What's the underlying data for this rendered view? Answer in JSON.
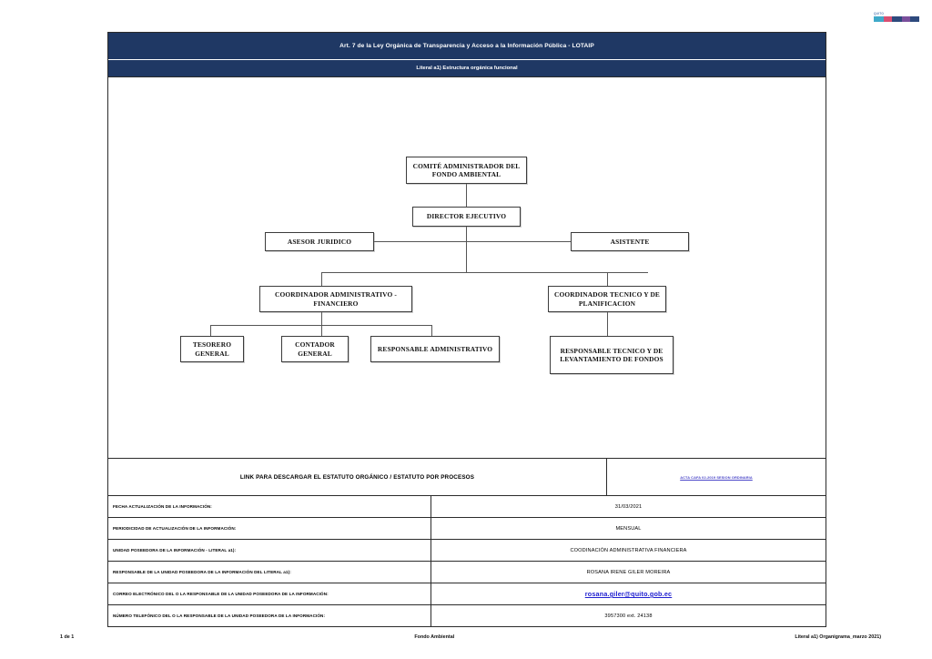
{
  "logo": {
    "top_text": "QUITO",
    "name": "ambiente-logo"
  },
  "header": {
    "title": "Art. 7 de la Ley Orgánica de Transparencia y Acceso a la Información Pública - LOTAIP",
    "subtitle": "Literal a1) Estructura orgánica funcional"
  },
  "chart_data": {
    "type": "diagram",
    "title": "Estructura orgánica funcional - Fondo Ambiental",
    "nodes": [
      {
        "id": "comite",
        "label": "COMITÉ ADMINISTRADOR DEL FONDO AMBIENTAL",
        "level": 0
      },
      {
        "id": "director",
        "label": "DIRECTOR EJECUTIVO",
        "level": 1
      },
      {
        "id": "asesor",
        "label": "ASESOR JURIDICO",
        "level": 2,
        "role": "staff"
      },
      {
        "id": "asistente",
        "label": "ASISTENTE",
        "level": 2,
        "role": "staff"
      },
      {
        "id": "coord_admin",
        "label": "COORDINADOR ADMINISTRATIVO - FINANCIERO",
        "level": 3
      },
      {
        "id": "coord_tec",
        "label": "COORDINADOR TECNICO Y DE PLANIFICACION",
        "level": 3
      },
      {
        "id": "tesorero",
        "label": "TESORERO GENERAL",
        "level": 4
      },
      {
        "id": "contador",
        "label": "CONTADOR GENERAL",
        "level": 4
      },
      {
        "id": "resp_admin",
        "label": "RESPONSABLE ADMINISTRATIVO",
        "level": 4
      },
      {
        "id": "resp_tec",
        "label": "RESPONSABLE TECNICO Y DE LEVANTAMIENTO DE FONDOS",
        "level": 4
      }
    ],
    "edges": [
      {
        "from": "comite",
        "to": "director"
      },
      {
        "from": "director",
        "to": "asesor"
      },
      {
        "from": "director",
        "to": "asistente"
      },
      {
        "from": "director",
        "to": "coord_admin"
      },
      {
        "from": "director",
        "to": "coord_tec"
      },
      {
        "from": "coord_admin",
        "to": "tesorero"
      },
      {
        "from": "coord_admin",
        "to": "contador"
      },
      {
        "from": "coord_admin",
        "to": "resp_admin"
      },
      {
        "from": "coord_tec",
        "to": "resp_tec"
      }
    ]
  },
  "link_section": {
    "label": "LINK PARA DESCARGAR EL ESTATUTO ORGÁNICO / ESTATUTO POR PROCESOS",
    "link_text": "ACTA CAFA 02-2019 SESION ORDINARIA"
  },
  "metadata": {
    "rows": [
      {
        "label": "FECHA ACTUALIZACIÓN DE LA INFORMACIÓN:",
        "value": "31/03/2021",
        "type": "text"
      },
      {
        "label": "PERIODICIDAD DE ACTUALIZACIÓN DE LA INFORMACIÓN:",
        "value": "MENSUAL",
        "type": "text"
      },
      {
        "label": "UNIDAD POSEEDORA DE LA INFORMACIÓN - LITERAL a1):",
        "value": "COODINACIÓN ADMINISTRATIVA FINANCIERA",
        "type": "text"
      },
      {
        "label": "RESPONSABLE DE LA UNIDAD POSEEDORA DE LA INFORMACIÓN DEL LITERAL a1):",
        "value": "ROSANA IRENE GILER MOREIRA",
        "type": "text"
      },
      {
        "label": "CORREO ELECTRÓNICO DEL O LA RESPONSABLE DE LA UNIDAD POSEEDORA DE LA INFORMACIÓN:",
        "value": "rosana.giler@quito.gob.ec",
        "type": "email"
      },
      {
        "label": "NÚMERO TELEFÓNICO DEL O LA RESPONSABLE DE LA UNIDAD POSEEDORA DE LA INFORMACIÓN:",
        "value": "3957300 ext. 24138",
        "type": "text"
      }
    ]
  },
  "footer": {
    "left": "1 de 1",
    "center": "Fondo Ambiental",
    "right": "Literal a1) Organigrama_marzo 2021)"
  }
}
